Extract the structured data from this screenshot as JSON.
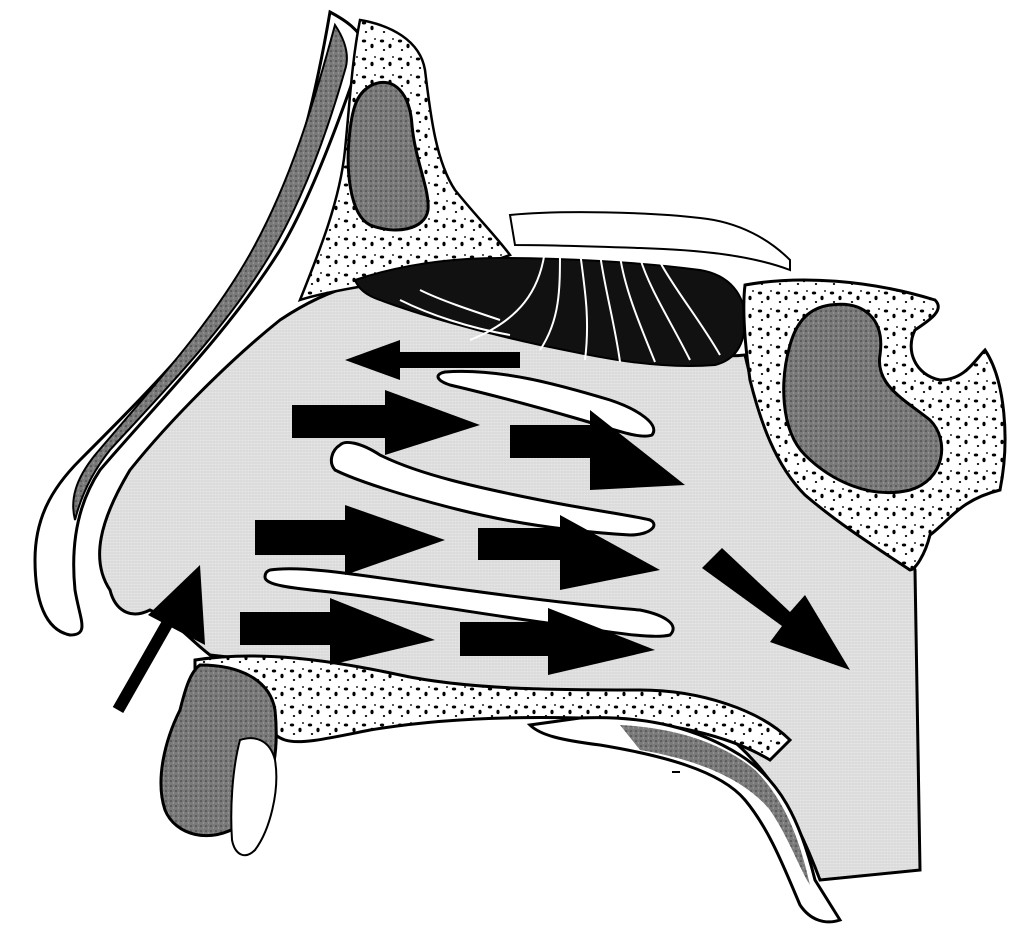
{
  "diagram": {
    "style": "black-and-white engraving",
    "colors": {
      "ink": "#000000",
      "paper": "#ffffff",
      "airway_tint": "#d9d9d9",
      "bone_tint": "#f4f4f4",
      "sinus_fill": "#6b6b6b",
      "cartilage_fill": "#8a8a8a",
      "nerve_fill": "#111111"
    },
    "regions": [
      {
        "id": "nasal-bone",
        "icon": "bone"
      },
      {
        "id": "frontal-sinus",
        "icon": "sinus"
      },
      {
        "id": "cribriform-plate",
        "icon": "bone"
      },
      {
        "id": "olfactory-nerve-bundle",
        "icon": "nerve"
      },
      {
        "id": "sphenoid-sinus",
        "icon": "sinus"
      },
      {
        "id": "superior-turbinate",
        "icon": "turbinate"
      },
      {
        "id": "middle-turbinate",
        "icon": "turbinate"
      },
      {
        "id": "inferior-turbinate",
        "icon": "turbinate"
      },
      {
        "id": "hard-palate",
        "icon": "bone"
      },
      {
        "id": "soft-palate",
        "icon": "soft-tissue"
      },
      {
        "id": "upper-lip",
        "icon": "soft-tissue"
      },
      {
        "id": "nasal-cavity",
        "icon": "airway"
      }
    ],
    "airflow_arrows": [
      {
        "id": "nostril-inflow",
        "direction": "inward"
      },
      {
        "id": "top-return",
        "direction": "forward"
      },
      {
        "id": "superior-meatus-1",
        "direction": "backward"
      },
      {
        "id": "superior-meatus-2",
        "direction": "backward"
      },
      {
        "id": "middle-meatus-1",
        "direction": "backward"
      },
      {
        "id": "middle-meatus-2",
        "direction": "backward"
      },
      {
        "id": "inferior-meatus-1",
        "direction": "backward"
      },
      {
        "id": "inferior-meatus-2",
        "direction": "backward"
      },
      {
        "id": "nasopharynx-outflow",
        "direction": "downward-backward"
      }
    ]
  }
}
